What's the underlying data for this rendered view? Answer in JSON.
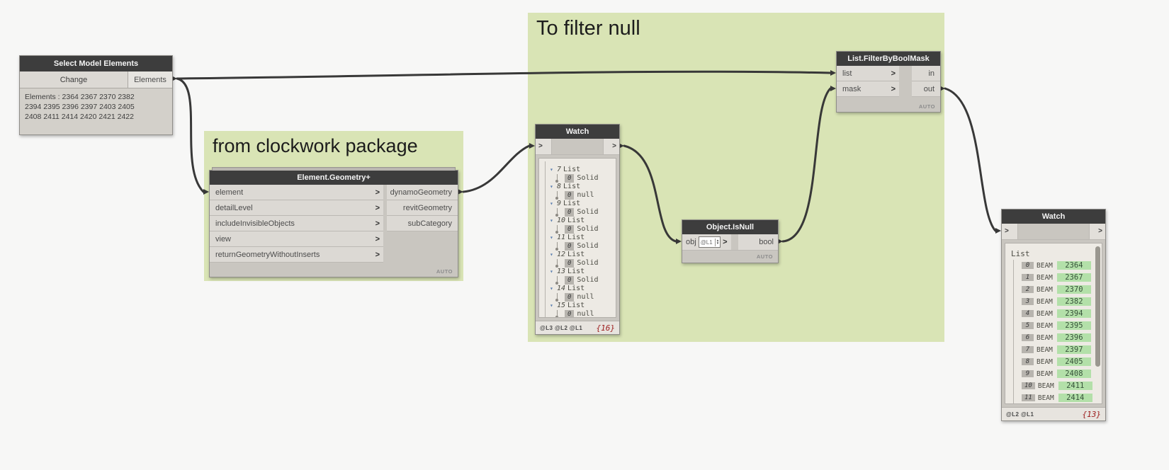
{
  "colors": {
    "canvas_bg": "#f7f7f6",
    "group_green": "#d9e4b5",
    "node_title_bg": "#3d3d3d",
    "wire": "#383838",
    "value_green": "#b3e0a9",
    "count_red": "#9c1b1b"
  },
  "groups": {
    "clockwork": {
      "label": "from clockwork package"
    },
    "filter_null": {
      "label": "To filter null"
    }
  },
  "nodes": {
    "select_model_elements": {
      "title": "Select Model Elements",
      "button_label": "Change",
      "output_label": "Elements",
      "body_lines": [
        "Elements : 2364 2367 2370 2382",
        "2394 2395 2396 2397 2403 2405",
        "2408 2411 2414 2420 2421 2422"
      ]
    },
    "element_geometry": {
      "title": "Element.Geometry+",
      "inputs": [
        "element",
        "detailLevel",
        "includeInvisibleObjects",
        "view",
        "returnGeometryWithoutInserts"
      ],
      "outputs": [
        "dynamoGeometry",
        "revitGeometry",
        "subCategory"
      ],
      "lacing": "AUTO"
    },
    "watch_mid": {
      "title": "Watch",
      "input_port": ">",
      "output_port": ">",
      "items": [
        {
          "index": "7",
          "label": "List",
          "child_badge": "0",
          "child_value": "Solid"
        },
        {
          "index": "8",
          "label": "List",
          "child_badge": "0",
          "child_value": "null"
        },
        {
          "index": "9",
          "label": "List",
          "child_badge": "0",
          "child_value": "Solid"
        },
        {
          "index": "10",
          "label": "List",
          "child_badge": "0",
          "child_value": "Solid"
        },
        {
          "index": "11",
          "label": "List",
          "child_badge": "0",
          "child_value": "Solid"
        },
        {
          "index": "12",
          "label": "List",
          "child_badge": "0",
          "child_value": "Solid"
        },
        {
          "index": "13",
          "label": "List",
          "child_badge": "0",
          "child_value": "Solid"
        },
        {
          "index": "14",
          "label": "List",
          "child_badge": "0",
          "child_value": "null"
        },
        {
          "index": "15",
          "label": "List",
          "child_badge": "0",
          "child_value": "null"
        }
      ],
      "levels": "@L3 @L2 @L1",
      "count": "{16}"
    },
    "object_isnull": {
      "title": "Object.IsNull",
      "input_label": "obj",
      "input_lacing": "@L1",
      "output_label": "bool",
      "lacing": "AUTO"
    },
    "filter_by_bool_mask": {
      "title": "List.FilterByBoolMask",
      "inputs": [
        "list",
        "mask"
      ],
      "outputs": [
        "in",
        "out"
      ],
      "lacing": "AUTO"
    },
    "watch_right": {
      "title": "Watch",
      "input_port": ">",
      "output_port": ">",
      "root_label": "List",
      "rows": [
        {
          "index": "0",
          "type": "BEAM",
          "value": "2364"
        },
        {
          "index": "1",
          "type": "BEAM",
          "value": "2367"
        },
        {
          "index": "2",
          "type": "BEAM",
          "value": "2370"
        },
        {
          "index": "3",
          "type": "BEAM",
          "value": "2382"
        },
        {
          "index": "4",
          "type": "BEAM",
          "value": "2394"
        },
        {
          "index": "5",
          "type": "BEAM",
          "value": "2395"
        },
        {
          "index": "6",
          "type": "BEAM",
          "value": "2396"
        },
        {
          "index": "7",
          "type": "BEAM",
          "value": "2397"
        },
        {
          "index": "8",
          "type": "BEAM",
          "value": "2405"
        },
        {
          "index": "9",
          "type": "BEAM",
          "value": "2408"
        },
        {
          "index": "10",
          "type": "BEAM",
          "value": "2411"
        },
        {
          "index": "11",
          "type": "BEAM",
          "value": "2414"
        }
      ],
      "levels": "@L2 @L1",
      "count": "{13}"
    }
  },
  "misc": {
    "chevron": ">",
    "expand_triangle": "▾",
    "spinner_up": "▲",
    "spinner_down": "▼"
  }
}
